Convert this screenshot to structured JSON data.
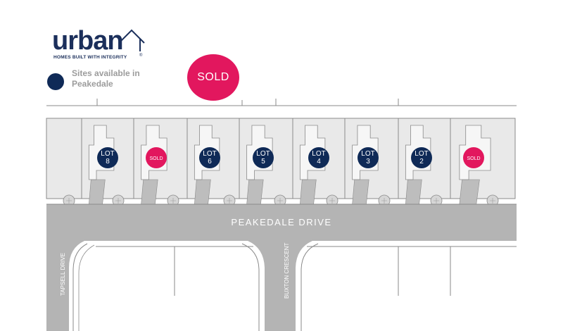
{
  "brand": {
    "name": "urban",
    "tagline": "HOMES BUILT WITH INTEGRITY",
    "registered_mark": "®"
  },
  "legend": {
    "text": "Sites available in Peakedale",
    "marker_color": "#0f2a57"
  },
  "sold_banner": "SOLD",
  "colors": {
    "available": "#0f2a57",
    "sold": "#e2175e",
    "road": "#b4b4b4",
    "lot_fill": "#e9e9e9"
  },
  "lots": [
    {
      "status": "available",
      "label": "LOT",
      "number": "8"
    },
    {
      "status": "sold",
      "label": "SOLD",
      "number": ""
    },
    {
      "status": "available",
      "label": "LOT",
      "number": "6"
    },
    {
      "status": "available",
      "label": "LOT",
      "number": "5"
    },
    {
      "status": "available",
      "label": "LOT",
      "number": "4"
    },
    {
      "status": "available",
      "label": "LOT",
      "number": "3"
    },
    {
      "status": "available",
      "label": "LOT",
      "number": "2"
    },
    {
      "status": "sold",
      "label": "SOLD",
      "number": ""
    }
  ],
  "streets": {
    "main": "PEAKEDALE DRIVE",
    "left": "TAPSELL DRIVE",
    "right": "BUXTON CRESCENT"
  }
}
